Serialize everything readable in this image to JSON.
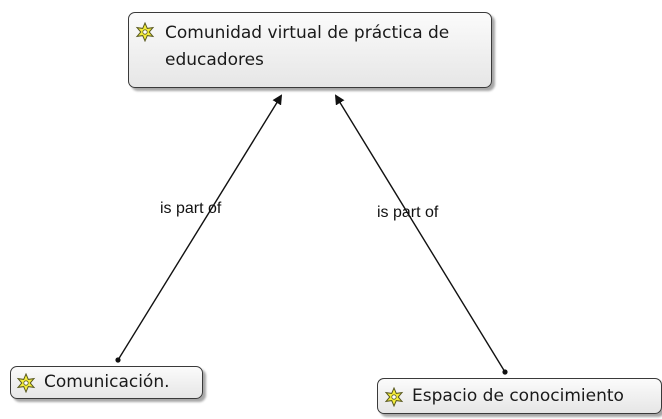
{
  "nodes": {
    "main": {
      "label": "Comunidad virtual de práctica de educadores",
      "icon": "concept-star-icon"
    },
    "comunicacion": {
      "label": "Comunicación.",
      "icon": "concept-star-icon"
    },
    "espacio": {
      "label": "Espacio de conocimiento",
      "icon": "concept-star-icon"
    }
  },
  "links": [
    {
      "from": "comunicacion",
      "to": "main",
      "label": "is part of"
    },
    {
      "from": "espacio",
      "to": "main",
      "label": "is part of"
    }
  ],
  "colors": {
    "node_border": "#3a3a3a",
    "icon_fill": "#f5ee3a",
    "line": "#111111"
  }
}
